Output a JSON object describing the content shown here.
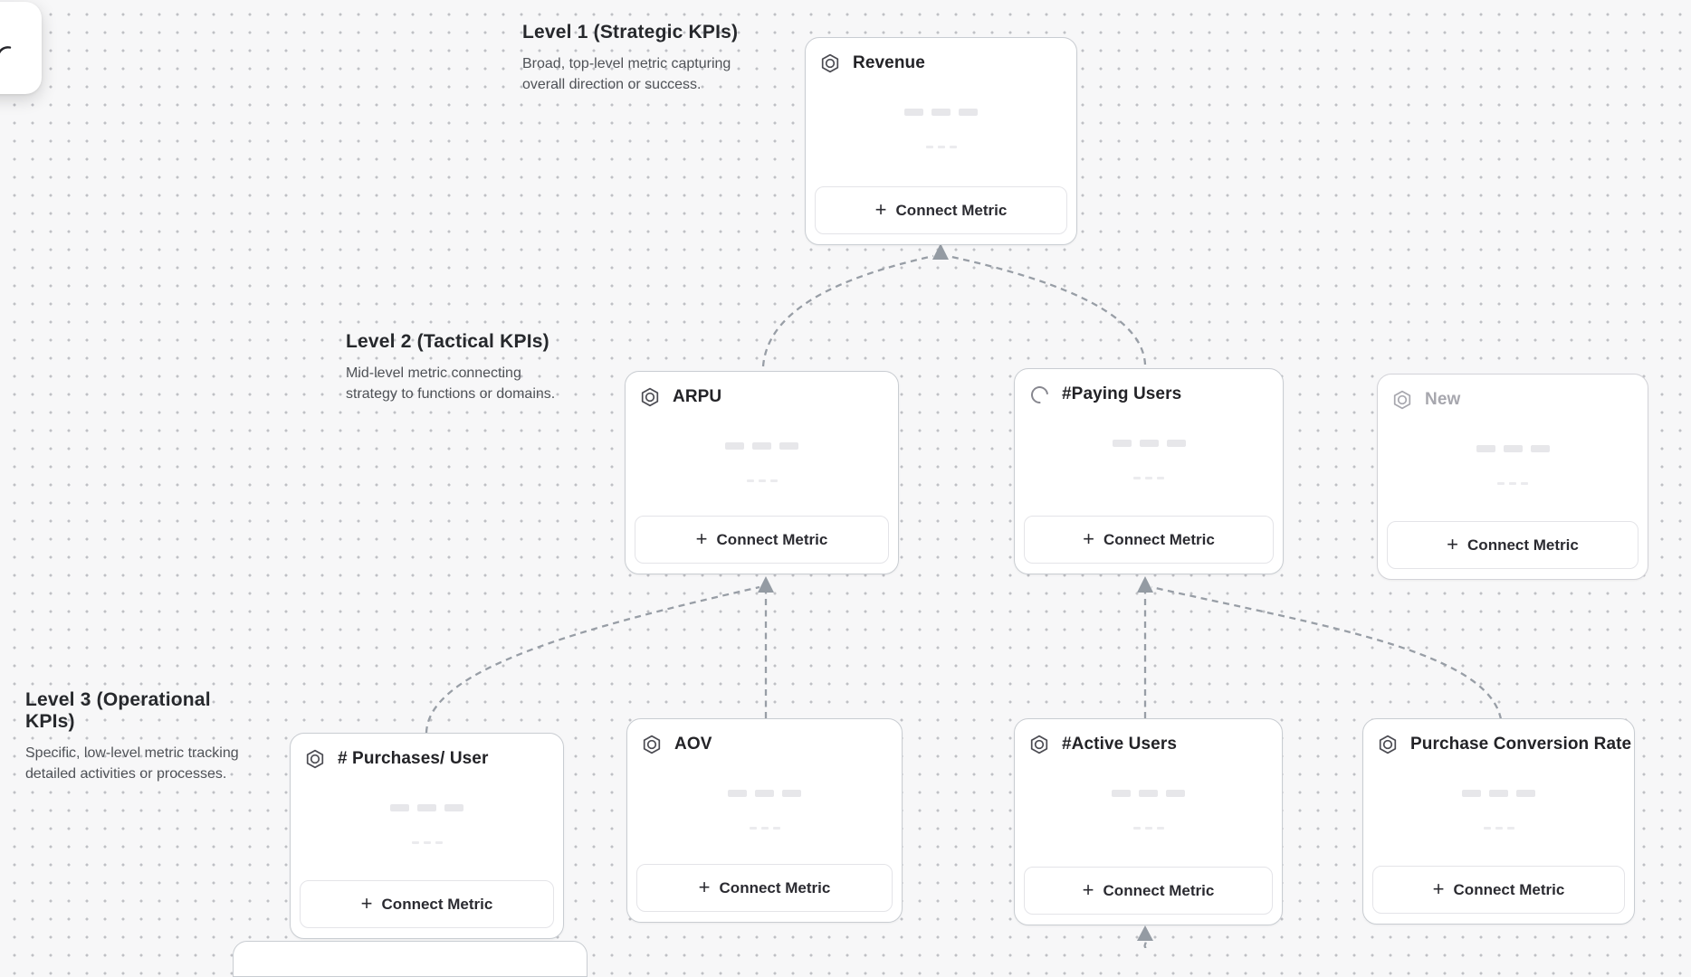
{
  "labels": {
    "connect_metric": "Connect Metric",
    "plus": "+"
  },
  "levels": [
    {
      "title": "Level 1 (Strategic KPIs)",
      "description": "Broad, top-level metric capturing overall direction or success."
    },
    {
      "title": "Level 2 (Tactical KPIs)",
      "description": "Mid-level metric connecting strategy to functions or domains."
    },
    {
      "title": "Level 3 (Operational KPIs)",
      "description": "Specific, low-level metric tracking detailed activities or processes."
    }
  ],
  "cards": [
    {
      "id": "revenue",
      "title": "Revenue",
      "level": 1,
      "icon": "hexagon-target-icon",
      "state": "default"
    },
    {
      "id": "arpu",
      "title": "ARPU",
      "level": 2,
      "icon": "hexagon-target-icon",
      "state": "default"
    },
    {
      "id": "paying-users",
      "title": "#Paying Users",
      "level": 2,
      "icon": "spinner-icon",
      "state": "loading"
    },
    {
      "id": "new",
      "title": "New",
      "level": 2,
      "icon": "hexagon-target-icon",
      "state": "draft"
    },
    {
      "id": "purchases-per-user",
      "title": "# Purchases/ User",
      "level": 3,
      "icon": "hexagon-target-icon",
      "state": "default"
    },
    {
      "id": "aov",
      "title": "AOV",
      "level": 3,
      "icon": "hexagon-target-icon",
      "state": "default"
    },
    {
      "id": "active-users",
      "title": "#Active Users",
      "level": 3,
      "icon": "hexagon-target-icon",
      "state": "default"
    },
    {
      "id": "purchase-conversion-rate",
      "title": "Purchase Conversion Rate",
      "level": 3,
      "icon": "hexagon-target-icon",
      "state": "default"
    }
  ],
  "connections": [
    {
      "from": "ARPU",
      "to": "Revenue"
    },
    {
      "from": "#Paying Users",
      "to": "Revenue"
    },
    {
      "from": "# Purchases/ User",
      "to": "ARPU"
    },
    {
      "from": "AOV",
      "to": "ARPU"
    },
    {
      "from": "#Active Users",
      "to": "#Paying Users"
    },
    {
      "from": "Purchase Conversion Rate",
      "to": "#Paying Users"
    },
    {
      "from": "offscreen-below",
      "to": "#Active Users"
    }
  ],
  "canvas": {
    "background": "#f7f7f8",
    "dot_color": "#bfc0c5",
    "connector_color": "#989ea6"
  }
}
